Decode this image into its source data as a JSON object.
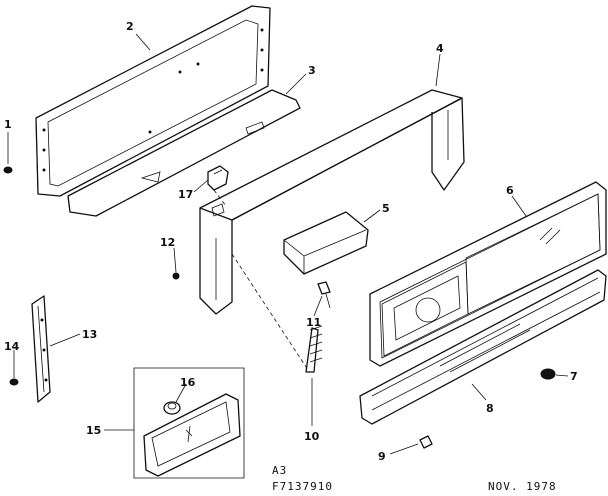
{
  "callouts": [
    "1",
    "2",
    "3",
    "4",
    "5",
    "6",
    "7",
    "8",
    "9",
    "10",
    "11",
    "12",
    "13",
    "14",
    "15",
    "16",
    "17"
  ],
  "footer": {
    "code_line1": "A3",
    "code_line2": "F7137910",
    "date": "NOV. 1978"
  }
}
